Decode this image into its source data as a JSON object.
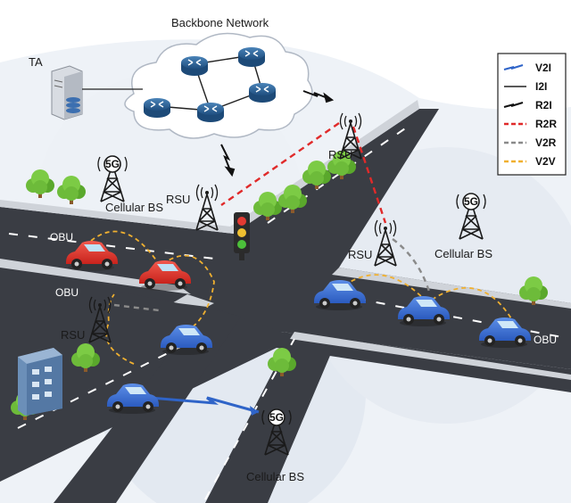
{
  "labels": {
    "backbone": "Backbone Network",
    "ta": "TA",
    "rsu_top": "RSU",
    "rsu_left_upper": "RSU",
    "rsu_right": "RSU",
    "rsu_left_lower": "RSU",
    "cellular_left": "Cellular BS",
    "cellular_right": "Cellular BS",
    "cellular_bottom": "Cellular BS",
    "obu_left": "OBU",
    "obu_left2": "OBU",
    "obu_right": "OBU",
    "badge_5g": "5G"
  },
  "legend": [
    {
      "label": "V2I",
      "style": "zigzag",
      "color": "#2f64c8"
    },
    {
      "label": "I2I",
      "style": "solid",
      "color": "#222222"
    },
    {
      "label": "R2I",
      "style": "zigzag",
      "color": "#111111"
    },
    {
      "label": "R2R",
      "style": "dashed",
      "color": "#e02a2a"
    },
    {
      "label": "V2R",
      "style": "dashed",
      "color": "#8a8a8a"
    },
    {
      "label": "V2V",
      "style": "dashed",
      "color": "#f0b030"
    }
  ],
  "colors": {
    "road": "#3a3d44",
    "coverage": "#e6ebf2",
    "red_car": "#e23a32",
    "blue_car": "#3f74d8",
    "tree": "#6dbb3a"
  }
}
